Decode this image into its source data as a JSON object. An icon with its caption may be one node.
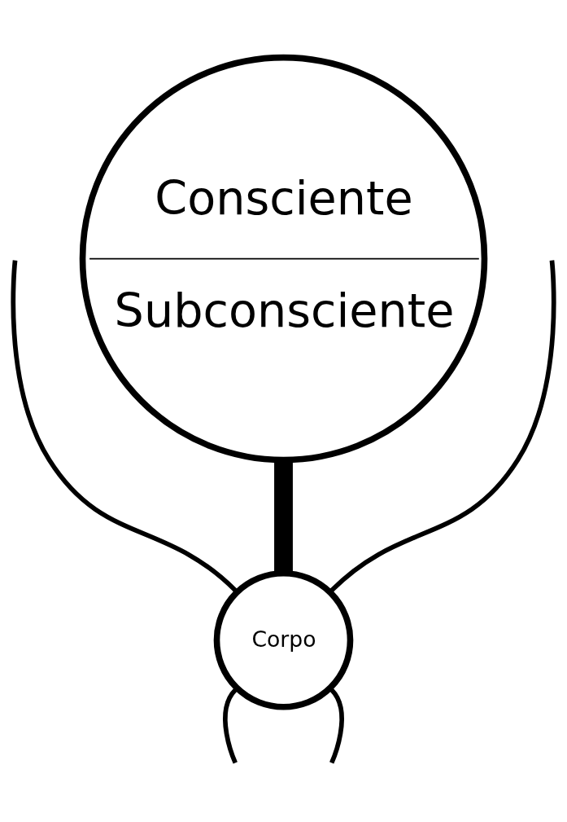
{
  "diagram": {
    "nodes": [
      {
        "text": [
          "Consciente",
          "Subconsciente"
        ]
      },
      {
        "text": [
          "Corpo"
        ]
      }
    ],
    "edges": [
      {
        "from": 0,
        "to": 1,
        "arrow": "none",
        "style": "thick"
      },
      {
        "from": 1,
        "to": null,
        "arrow": "none"
      },
      {
        "from": 1,
        "to": null,
        "arrow": "none"
      },
      {
        "from": 1,
        "to": null,
        "arrow": "none"
      },
      {
        "from": 1,
        "to": null,
        "arrow": "none"
      }
    ]
  }
}
